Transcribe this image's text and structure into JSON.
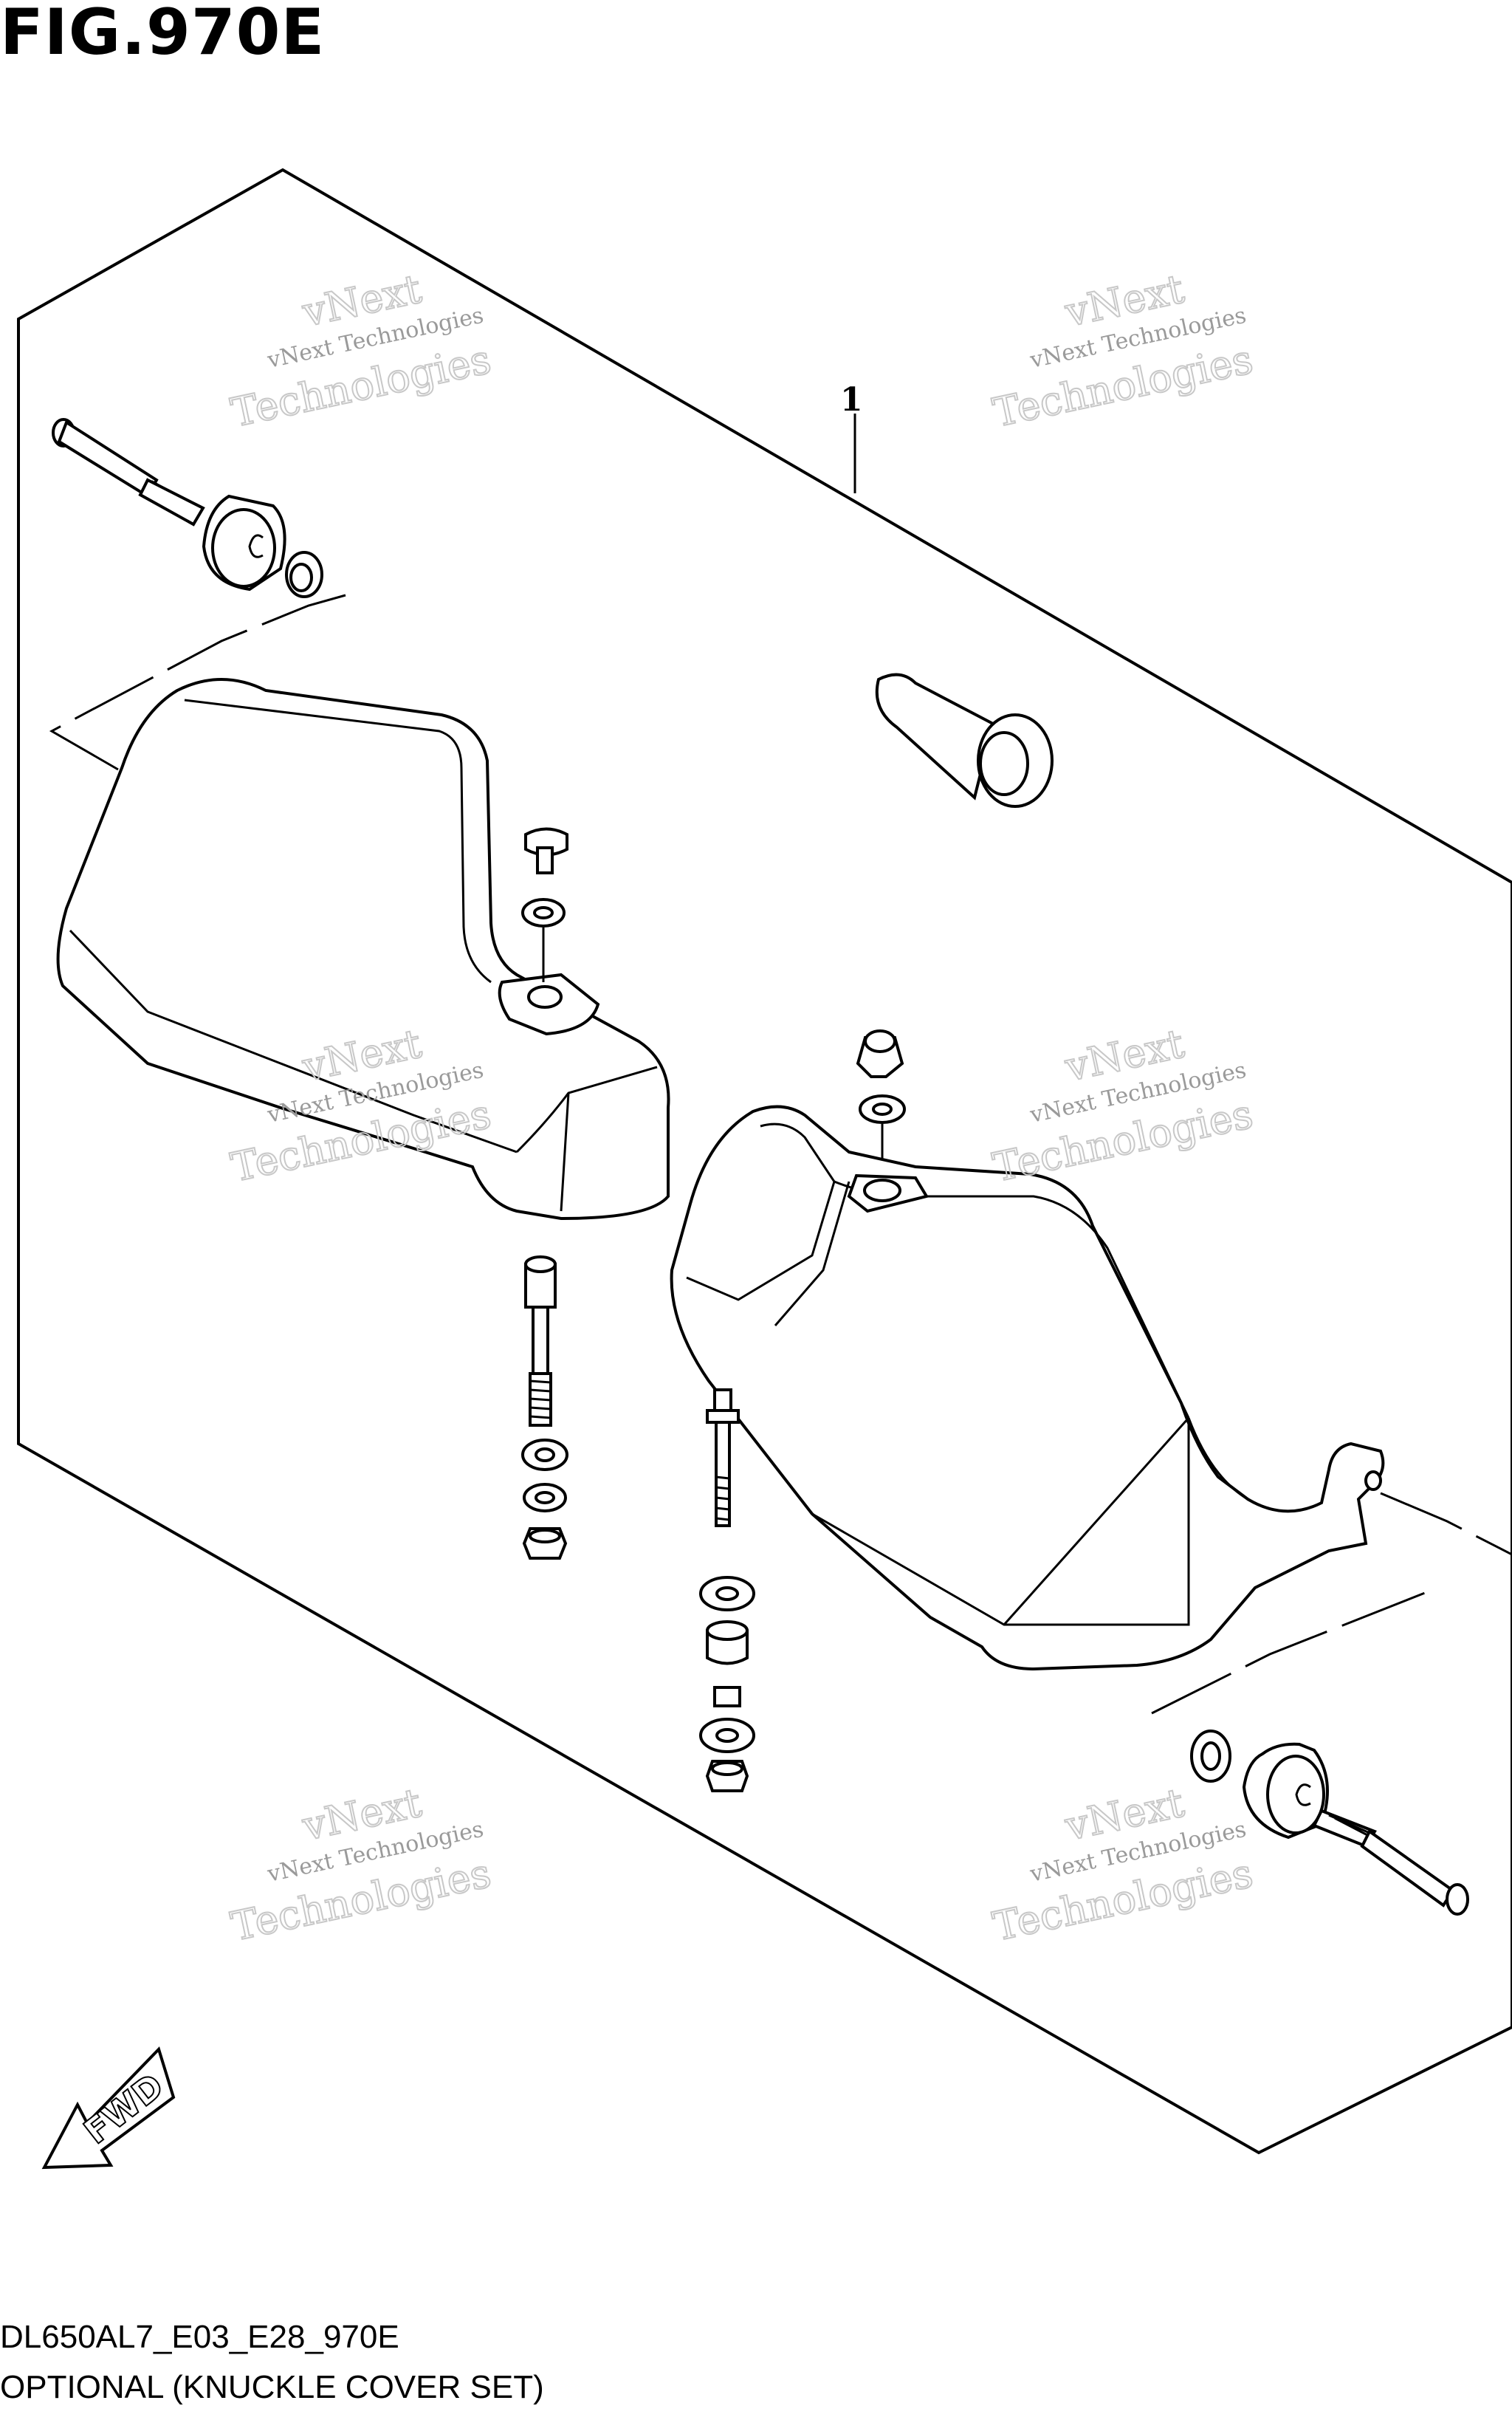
{
  "figure": {
    "title": "FIG.970E",
    "callout": "1",
    "fwd_label": "FWD",
    "code": "DL650AL7_E03_E28_970E",
    "description": "OPTIONAL (KNUCKLE COVER SET)"
  },
  "watermark": {
    "line1": "vNext Technologies",
    "line2": "Technologies",
    "line3": "vNext"
  },
  "colors": {
    "ink": "#000000",
    "paper": "#ffffff",
    "watermark": "#9a9a9a"
  },
  "icons": [
    "fwd-arrow-icon"
  ]
}
